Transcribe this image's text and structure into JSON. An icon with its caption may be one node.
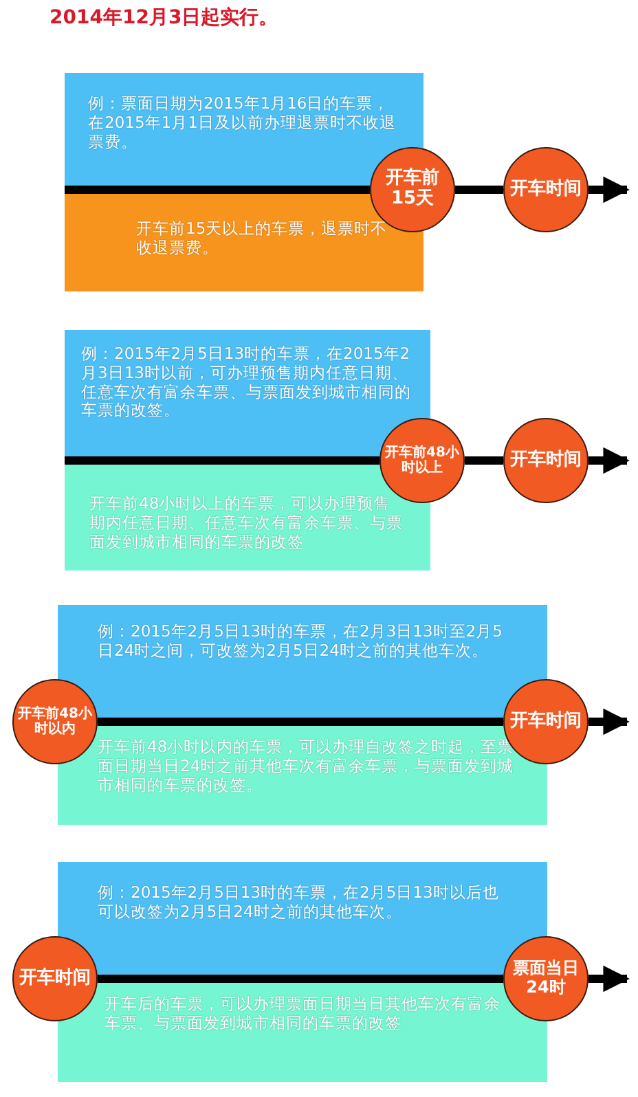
{
  "diagram": {
    "title": "2014年12月3日起实行。",
    "nodes": [
      {
        "text": [
          "例：票面日期为2015年1月16日的车票，在2015年1月1日及以前办理退票时不收退票费。"
        ]
      },
      {
        "text": [
          "开车前15天以上的车票，退票时不收退票费。"
        ]
      },
      {
        "text": [
          "开车前15天"
        ]
      },
      {
        "text": [
          "开车时间"
        ]
      },
      {
        "text": [
          "例：2015年2月5日13时的车票，在2015年2月3日13时以前，可办理预售期内任意日期、任意车次有富余车票、与票面发到城市相同的车票的改签。"
        ]
      },
      {
        "text": [
          "开车前48小时以上的车票，可以办理预售期内任意日期、任意车次有富余车票、与票面发到城市相同的车票的改签"
        ]
      },
      {
        "text": [
          "开车前48小时以上"
        ]
      },
      {
        "text": [
          "开车时间"
        ]
      },
      {
        "text": [
          "例：2015年2月5日13时的车票，在2月3日13时至2月5日24时之间，可改签为2月5日24时之前的其他车次。"
        ]
      },
      {
        "text": [
          "开车前48小时以内的车票，可以办理自改签之时起，至票面日期当日24时之前其他车次有富余车票，与票面发到城市相同的车票的改签。"
        ]
      },
      {
        "text": [
          "开车前48小时以内"
        ]
      },
      {
        "text": [
          "开车时间"
        ]
      },
      {
        "text": [
          "例：2015年2月5日13时的车票，在2月5日13时以后也可以改签为2月5日24时之前的其他车次。"
        ]
      },
      {
        "text": [
          "开车后的车票，可以办理票面日期当日其他车次有富余车票、与票面发到城市相同的车票的改签"
        ]
      },
      {
        "text": [
          "开车时间"
        ]
      },
      {
        "text": [
          "票面当日24时"
        ]
      }
    ],
    "edges": [
      {
        "from": 1,
        "to": 2,
        "arrow": "none"
      },
      {
        "from": 2,
        "to": 3,
        "arrow": "none"
      },
      {
        "from": 3,
        "to": null,
        "arrow": "to"
      },
      {
        "from": 5,
        "to": 6,
        "arrow": "none"
      },
      {
        "from": 6,
        "to": 7,
        "arrow": "none"
      },
      {
        "from": 7,
        "to": null,
        "arrow": "to"
      },
      {
        "from": 10,
        "to": 11,
        "arrow": "none"
      },
      {
        "from": 11,
        "to": null,
        "arrow": "to"
      },
      {
        "from": 14,
        "to": 15,
        "arrow": "none"
      },
      {
        "from": 15,
        "to": null,
        "arrow": "to"
      }
    ]
  }
}
